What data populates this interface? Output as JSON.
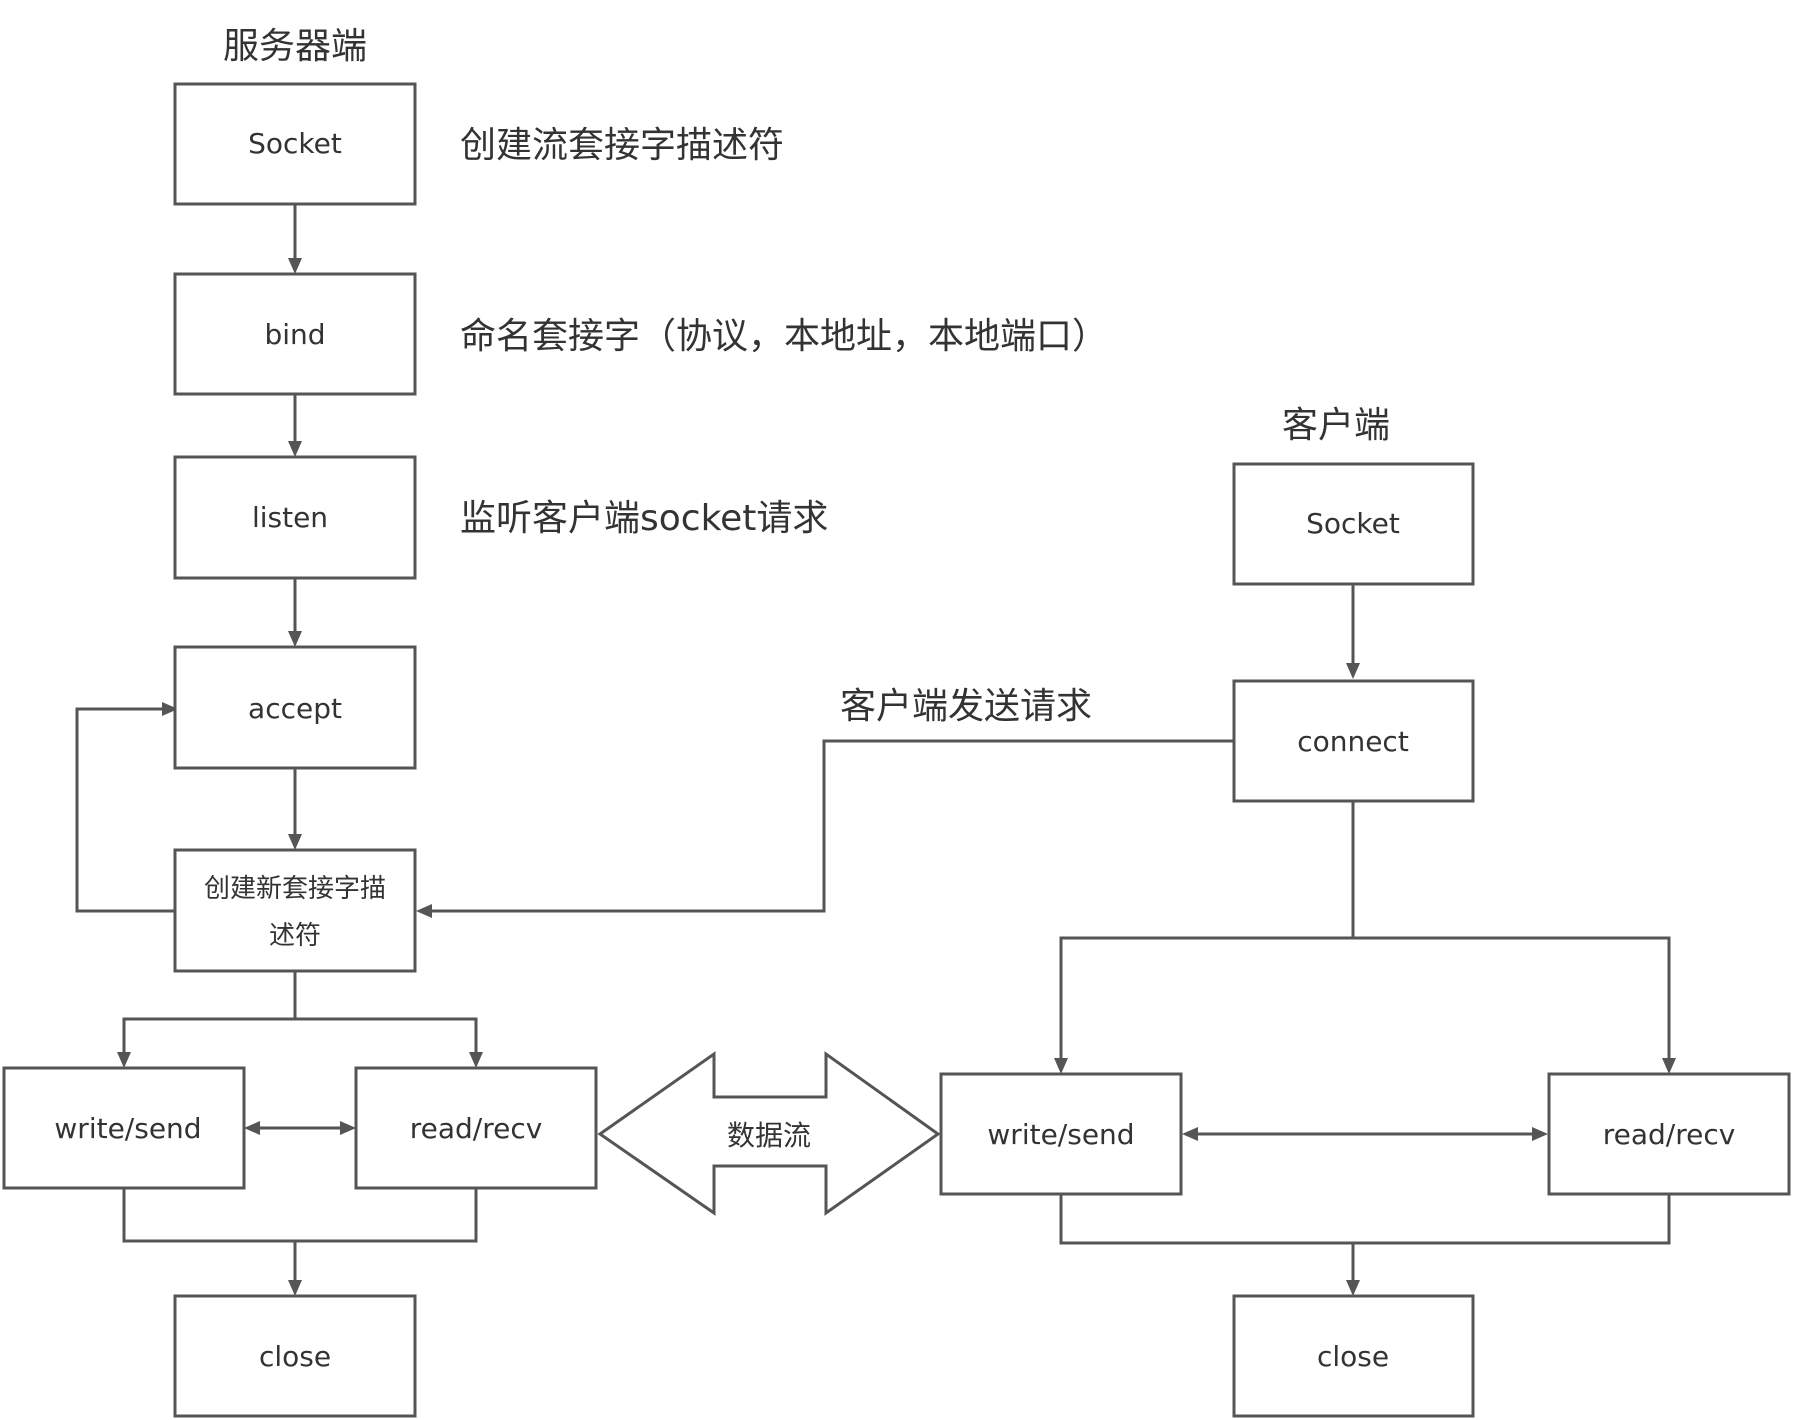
{
  "server": {
    "heading": "服务器端",
    "socket": "Socket",
    "bind": "bind",
    "listen": "listen",
    "accept": "accept",
    "new_socket_line1": "创建新套接字描",
    "new_socket_line2": "述符",
    "write_send": "write/send",
    "read_recv": "read/recv",
    "close": "close"
  },
  "client": {
    "heading": "客户端",
    "socket": "Socket",
    "connect": "connect",
    "write_send": "write/send",
    "read_recv": "read/recv",
    "close": "close"
  },
  "notes": {
    "socket_desc": "创建流套接字描述符",
    "bind_desc": "命名套接字（协议，本地址，本地端口）",
    "listen_desc": "监听客户端socket请求",
    "request_desc": "客户端发送请求"
  },
  "data_flow": "数据流"
}
